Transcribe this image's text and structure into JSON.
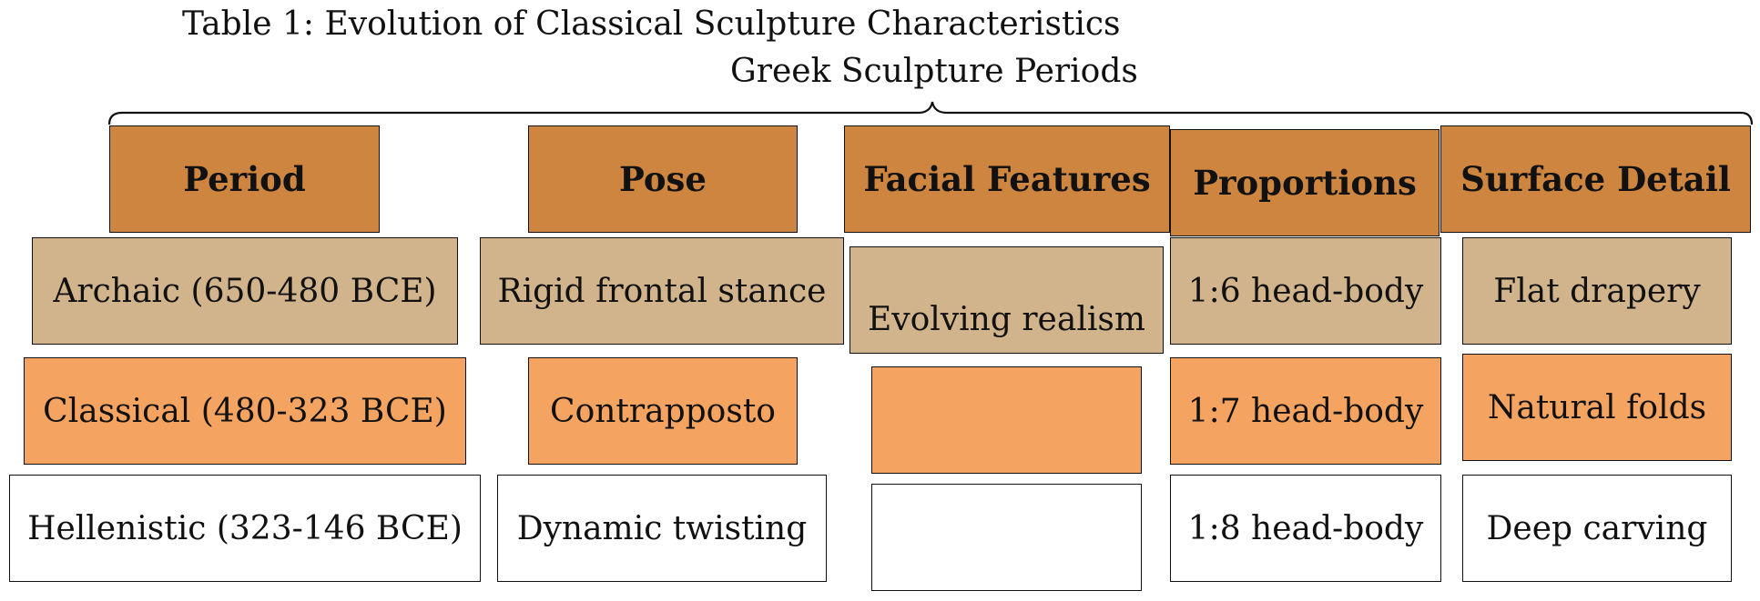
{
  "caption": "Table 1: Evolution of Classical Sculpture Characteristics",
  "group_label": "Greek Sculpture Periods",
  "headers": [
    "Period",
    "Pose",
    "Facial Features",
    "Proportions",
    "Surface Detail"
  ],
  "rows": [
    [
      "Archaic (650-480 BCE)",
      "Rigid frontal stance",
      "Evolving realism",
      "1:6 head-body",
      "Flat drapery"
    ],
    [
      "Classical (480-323 BCE)",
      "Contrapposto",
      "",
      "1:7 head-body",
      "Natural folds"
    ],
    [
      "Hellenistic (323-146 BCE)",
      "Dynamic twisting",
      "",
      "1:8 head-body",
      "Deep carving"
    ]
  ],
  "colors": {
    "header": "#CD853F",
    "row_archaic": "#D2B48C",
    "row_classical": "#F4A460",
    "row_hellenistic": "#FFFFFF",
    "border": "#111111"
  }
}
